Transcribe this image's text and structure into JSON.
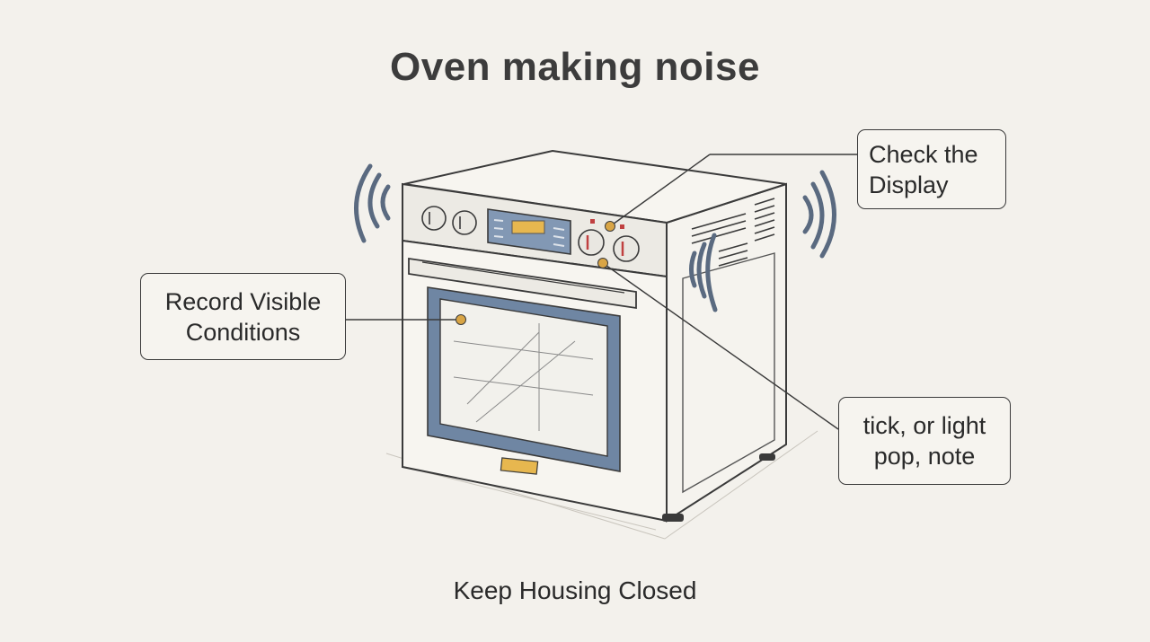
{
  "title": "Oven making noise",
  "callouts": {
    "record": "Record Visible\nConditions",
    "display": "Check the\nDisplay",
    "tick": "tick, or light\npop, note"
  },
  "footer": "Keep Housing Closed",
  "colors": {
    "background": "#f3f1ec",
    "outline": "#3a3a3a",
    "accent_blue": "#6f86a3",
    "marker_orange": "#d9a545",
    "display_panel": "#8298b4"
  }
}
